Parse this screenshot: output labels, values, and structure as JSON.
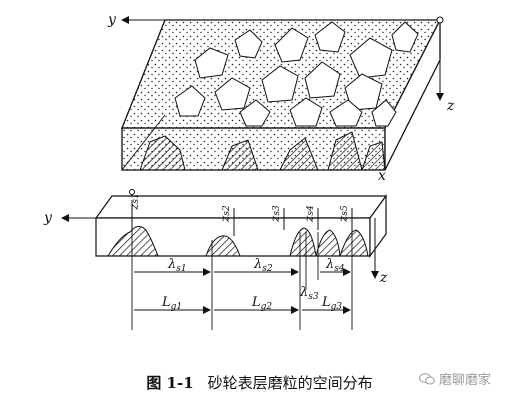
{
  "diagram": {
    "axes": {
      "y_top": "y",
      "z_top": "z",
      "x_label": "x",
      "y_bottom": "y",
      "z_bottom": "z"
    },
    "heights": [
      "z",
      "z",
      "z",
      "z",
      "z"
    ],
    "height_subs": [
      "s1",
      "s2",
      "s3",
      "s4",
      "s5"
    ],
    "spacings_lambda": [
      "λ",
      "λ",
      "λ",
      "λ"
    ],
    "lambda_subs": [
      "s1",
      "s2",
      "s3",
      "s4"
    ],
    "spacings_L": [
      "L",
      "L",
      "L"
    ],
    "L_subs": [
      "g1",
      "g2",
      "g3"
    ]
  },
  "caption": {
    "number": "图 1-1",
    "text": "砂轮表层磨粒的空间分布"
  },
  "watermark": {
    "text": "磨聊磨家",
    "icon": "wechat-icon"
  }
}
